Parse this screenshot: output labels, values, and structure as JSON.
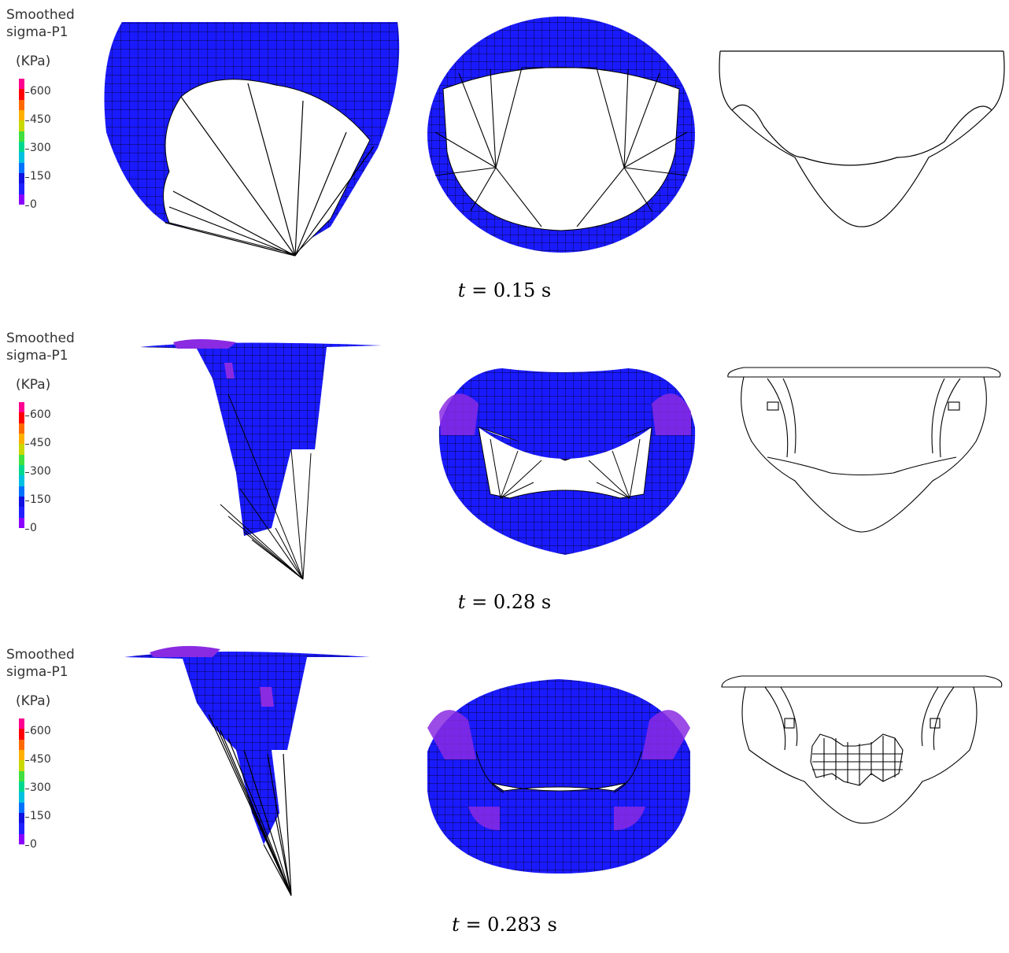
{
  "legend": {
    "title_line1": "Smoothed",
    "title_line2": "sigma-P1",
    "unit": "(KPa)",
    "ticks": [
      "600",
      "450",
      "300",
      "150",
      "0"
    ],
    "colors": [
      "#ff0090",
      "#ff0000",
      "#ff6a00",
      "#ffb000",
      "#c8d800",
      "#40e040",
      "#00d890",
      "#00c0e0",
      "#0070ff",
      "#1010e0",
      "#2020ff",
      "#8a00ff"
    ]
  },
  "mesh_color": "#1a1aff",
  "mesh_highlight": "#8a2be2",
  "rows": [
    {
      "caption_var": "t",
      "caption_eq": " = 0.15 s"
    },
    {
      "caption_var": "t",
      "caption_eq": " = 0.28 s"
    },
    {
      "caption_var": "t",
      "caption_eq": " = 0.283 s"
    }
  ]
}
